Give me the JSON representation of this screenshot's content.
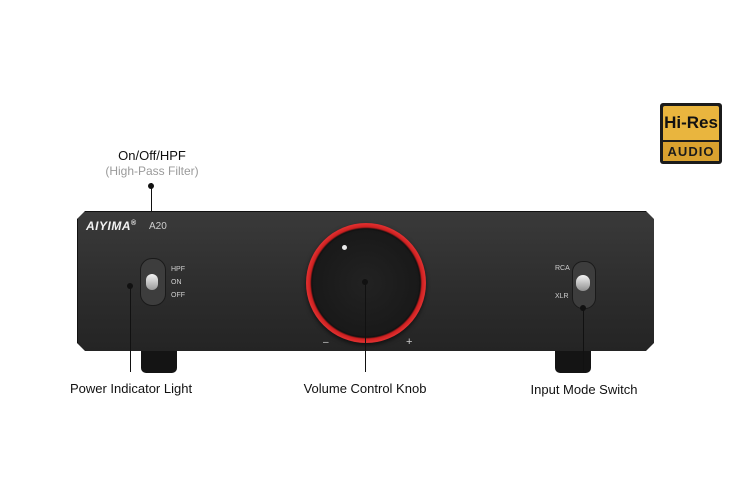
{
  "callouts": {
    "power_switch_title": "On/Off/HPF",
    "power_switch_subtitle": "(High-Pass Filter)",
    "power_indicator": "Power Indicator Light",
    "volume_knob": "Volume Control Knob",
    "input_mode": "Input Mode Switch"
  },
  "badge": {
    "top": "Hi-Res",
    "bottom": "AUDIO"
  },
  "device": {
    "brand": "AIYIMA",
    "model": "A20",
    "power_switch_positions": [
      "HPF",
      "ON",
      "OFF"
    ],
    "input_positions": [
      "RCA",
      "XLR"
    ],
    "volume_minus": "–",
    "volume_plus": "+"
  },
  "colors": {
    "panel": "#2f2f2f",
    "knob_ring": "#e03030",
    "badge_gold": "#e9b53e",
    "led": "#c41414"
  }
}
